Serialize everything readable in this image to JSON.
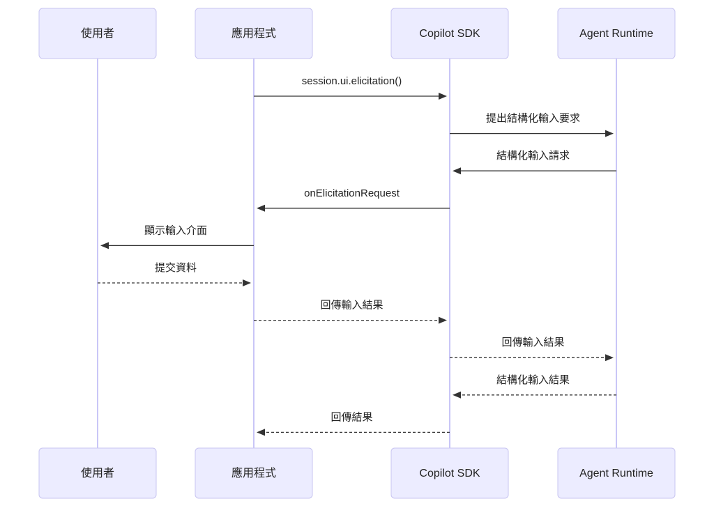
{
  "participants": [
    {
      "id": "user",
      "label": "使用者"
    },
    {
      "id": "app",
      "label": "應用程式"
    },
    {
      "id": "sdk",
      "label": "Copilot SDK"
    },
    {
      "id": "runtime",
      "label": "Agent Runtime"
    }
  ],
  "messages": [
    {
      "from": "app",
      "to": "sdk",
      "label": "session.ui.elicitation()",
      "style": "solid"
    },
    {
      "from": "sdk",
      "to": "runtime",
      "label": "提出結構化輸入要求",
      "style": "solid"
    },
    {
      "from": "runtime",
      "to": "sdk",
      "label": "結構化輸入請求",
      "style": "solid"
    },
    {
      "from": "sdk",
      "to": "app",
      "label": "onElicitationRequest",
      "style": "solid"
    },
    {
      "from": "app",
      "to": "user",
      "label": "顯示輸入介面",
      "style": "solid"
    },
    {
      "from": "user",
      "to": "app",
      "label": "提交資料",
      "style": "dashed"
    },
    {
      "from": "app",
      "to": "sdk",
      "label": "回傳輸入結果",
      "style": "dashed"
    },
    {
      "from": "sdk",
      "to": "runtime",
      "label": "回傳輸入結果",
      "style": "dashed"
    },
    {
      "from": "runtime",
      "to": "sdk",
      "label": "結構化輸入結果",
      "style": "dashed"
    },
    {
      "from": "sdk",
      "to": "app",
      "label": "回傳結果",
      "style": "dashed"
    }
  ]
}
